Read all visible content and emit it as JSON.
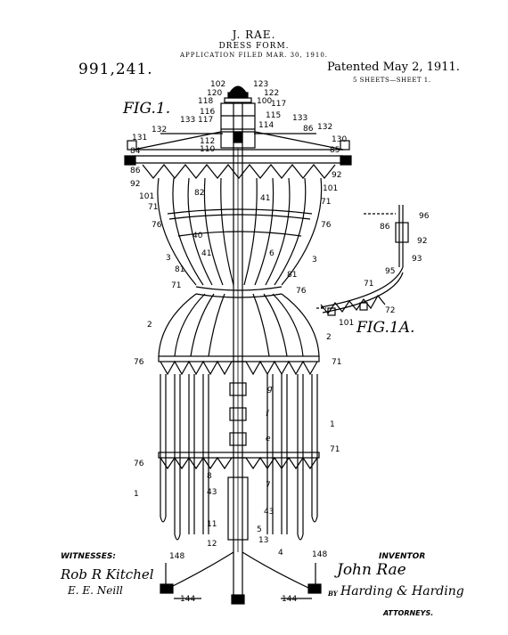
{
  "header": {
    "inventor_name": "J. RAE.",
    "title": "DRESS FORM.",
    "application": "APPLICATION FILED MAR. 30, 1910.",
    "patent_number": "991,241.",
    "patented_date": "Patented May 2, 1911.",
    "sheets": "5 SHEETS—SHEET 1."
  },
  "figures": {
    "fig1": "FIG.1.",
    "fig1a": "FIG.1A."
  },
  "labels": {
    "l102": "102",
    "l123": "123",
    "l120": "120",
    "l122": "122",
    "l118": "118",
    "l100": "100",
    "l117a": "117",
    "l116": "116",
    "l117b": "117",
    "l115": "115",
    "l114": "114",
    "l133a": "133",
    "l133b": "133",
    "l132a": "132",
    "l132b": "132",
    "l86a": "86",
    "l131": "131",
    "l130": "130",
    "l112": "112",
    "l110": "110",
    "l84": "84",
    "l85": "85",
    "l86b": "86",
    "l92a": "92",
    "l92b": "92",
    "l101a": "101",
    "l101b": "101",
    "l82": "82",
    "l41a": "41",
    "l71a": "71",
    "l71b": "71",
    "l76a": "76",
    "l76b": "76",
    "l40": "40",
    "l3a": "3",
    "l41b": "41",
    "l6": "6",
    "l3b": "3",
    "l81a": "81",
    "l81b": "81",
    "l71c": "71",
    "l76c": "76",
    "l2a": "2",
    "l2b": "2",
    "l76d": "76",
    "l71d": "71",
    "lg": "g",
    "lf": "f",
    "l1a": "1",
    "le": "e",
    "l71e": "71",
    "l76e": "76",
    "l8": "8",
    "l7": "7",
    "l1b": "1",
    "l43a": "43",
    "l43b": "43",
    "l11": "11",
    "l5": "5",
    "l12": "12",
    "l13": "13",
    "l4": "4",
    "l148a": "148",
    "l148b": "148",
    "l144a": "144",
    "l144b": "144",
    "l96": "96",
    "l86c": "86",
    "l92c": "92",
    "l93": "93",
    "l95": "95",
    "l71f": "71",
    "l72": "72",
    "l101c": "101"
  },
  "signatures": {
    "witnesses_label": "WITNESSES:",
    "witness1": "Rob R Kitchel",
    "witness2": "E. E. Neill",
    "inventor_label": "INVENTOR",
    "inventor_sig": "John Rae",
    "by": "BY",
    "attorney_sig": "Harding & Harding",
    "attorneys_label": "ATTORNEYS."
  }
}
